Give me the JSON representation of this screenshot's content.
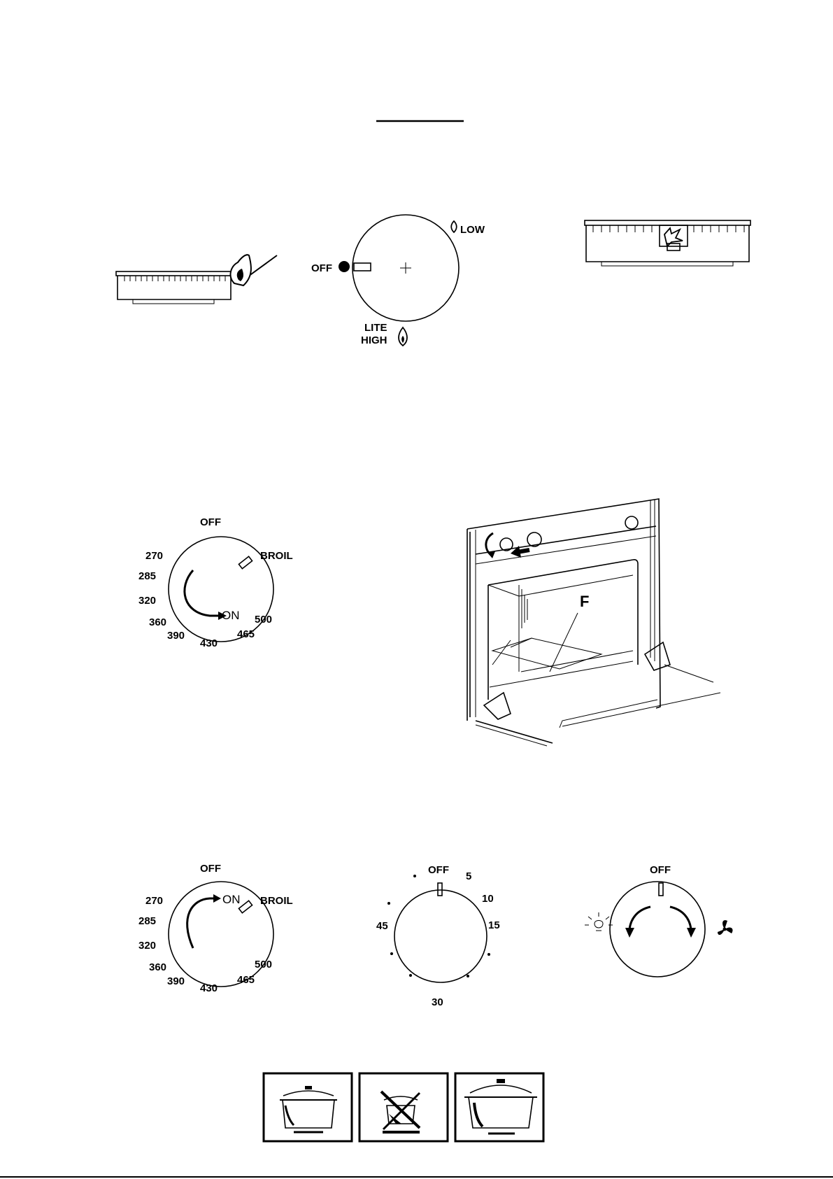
{
  "burner_knob": {
    "labels": {
      "off": "OFF",
      "low": "LOW",
      "lite": "LITE",
      "high": "HIGH"
    },
    "icons": [
      "match-flame-icon",
      "small-flame-icon",
      "large-flame-icon",
      "spark-igniter-icon"
    ]
  },
  "oven_knob_a": {
    "labels": {
      "off": "OFF",
      "broil": "BROIL",
      "on": "ON"
    },
    "temps": [
      "270",
      "285",
      "320",
      "360",
      "390",
      "430",
      "465",
      "500"
    ]
  },
  "oven_cavity": {
    "label": "F"
  },
  "oven_knob_b": {
    "labels": {
      "off": "OFF",
      "broil": "BROIL",
      "on": "ON"
    },
    "temps": [
      "270",
      "285",
      "320",
      "360",
      "390",
      "430",
      "465",
      "500"
    ]
  },
  "timer_knob": {
    "labels": {
      "off": "OFF"
    },
    "minutes": [
      "5",
      "10",
      "15",
      "30",
      "45"
    ]
  },
  "light_fan_knob": {
    "labels": {
      "off": "OFF"
    },
    "icons": [
      "light-icon",
      "fan-icon"
    ]
  },
  "pot_panels": [
    "pot-correct-icon",
    "pot-incorrect-icon",
    "pot-large-icon"
  ]
}
